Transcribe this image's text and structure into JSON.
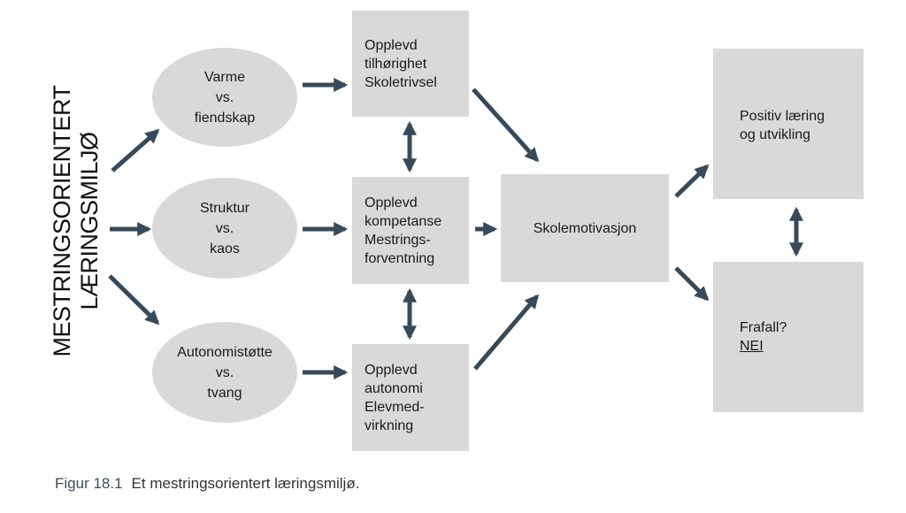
{
  "side_label": {
    "line1": "MESTRINGSORIENTERT",
    "line2": "LÆRINGSMILJØ"
  },
  "ellipses": [
    {
      "line1": "Varme",
      "line2": "vs.",
      "line3": "fiendskap"
    },
    {
      "line1": "Struktur",
      "line2": "vs.",
      "line3": "kaos"
    },
    {
      "line1": "Autonomistøtte",
      "line2": "vs.",
      "line3": "tvang"
    }
  ],
  "boxes": [
    {
      "lines": [
        "Opplevd",
        "tilhørighet",
        "Skoletrivsel"
      ]
    },
    {
      "lines": [
        "Opplevd",
        "kompetanse",
        "Mestrings-",
        "forventning"
      ]
    },
    {
      "lines": [
        "Opplevd",
        "autonomi",
        "Elevmed-",
        "virkning"
      ]
    }
  ],
  "motivation": {
    "label": "Skolemotivasjon"
  },
  "outcome_positive": {
    "line1": "Positiv læring",
    "line2": "og utvikling"
  },
  "outcome_dropout": {
    "line1": "Frafall?",
    "line2": "NEI"
  },
  "caption": {
    "figure": "Figur 18.1",
    "text": "Et mestringsorientert læringsmiljø."
  },
  "colors": {
    "arrow": "#374a5a",
    "shape_fill": "#d9d9d9",
    "caption_figure": "#3a4d5c"
  }
}
